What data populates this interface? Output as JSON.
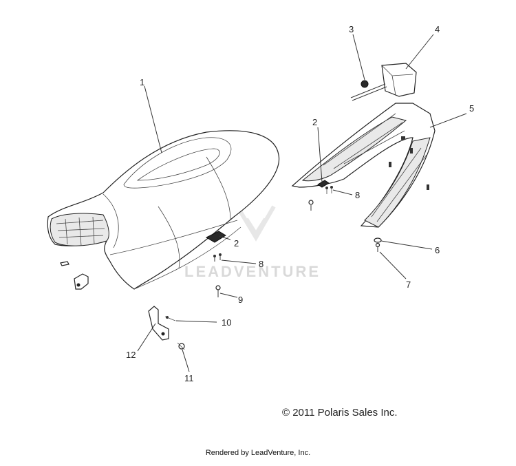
{
  "diagram": {
    "callouts": [
      "1",
      "2",
      "2",
      "3",
      "4",
      "5",
      "6",
      "7",
      "8",
      "8",
      "9",
      "10",
      "11",
      "12"
    ],
    "watermark": "LEADVENTURE",
    "copyright": "© 2011 Polaris Sales Inc.",
    "footer": "Rendered by LeadVenture, Inc."
  }
}
